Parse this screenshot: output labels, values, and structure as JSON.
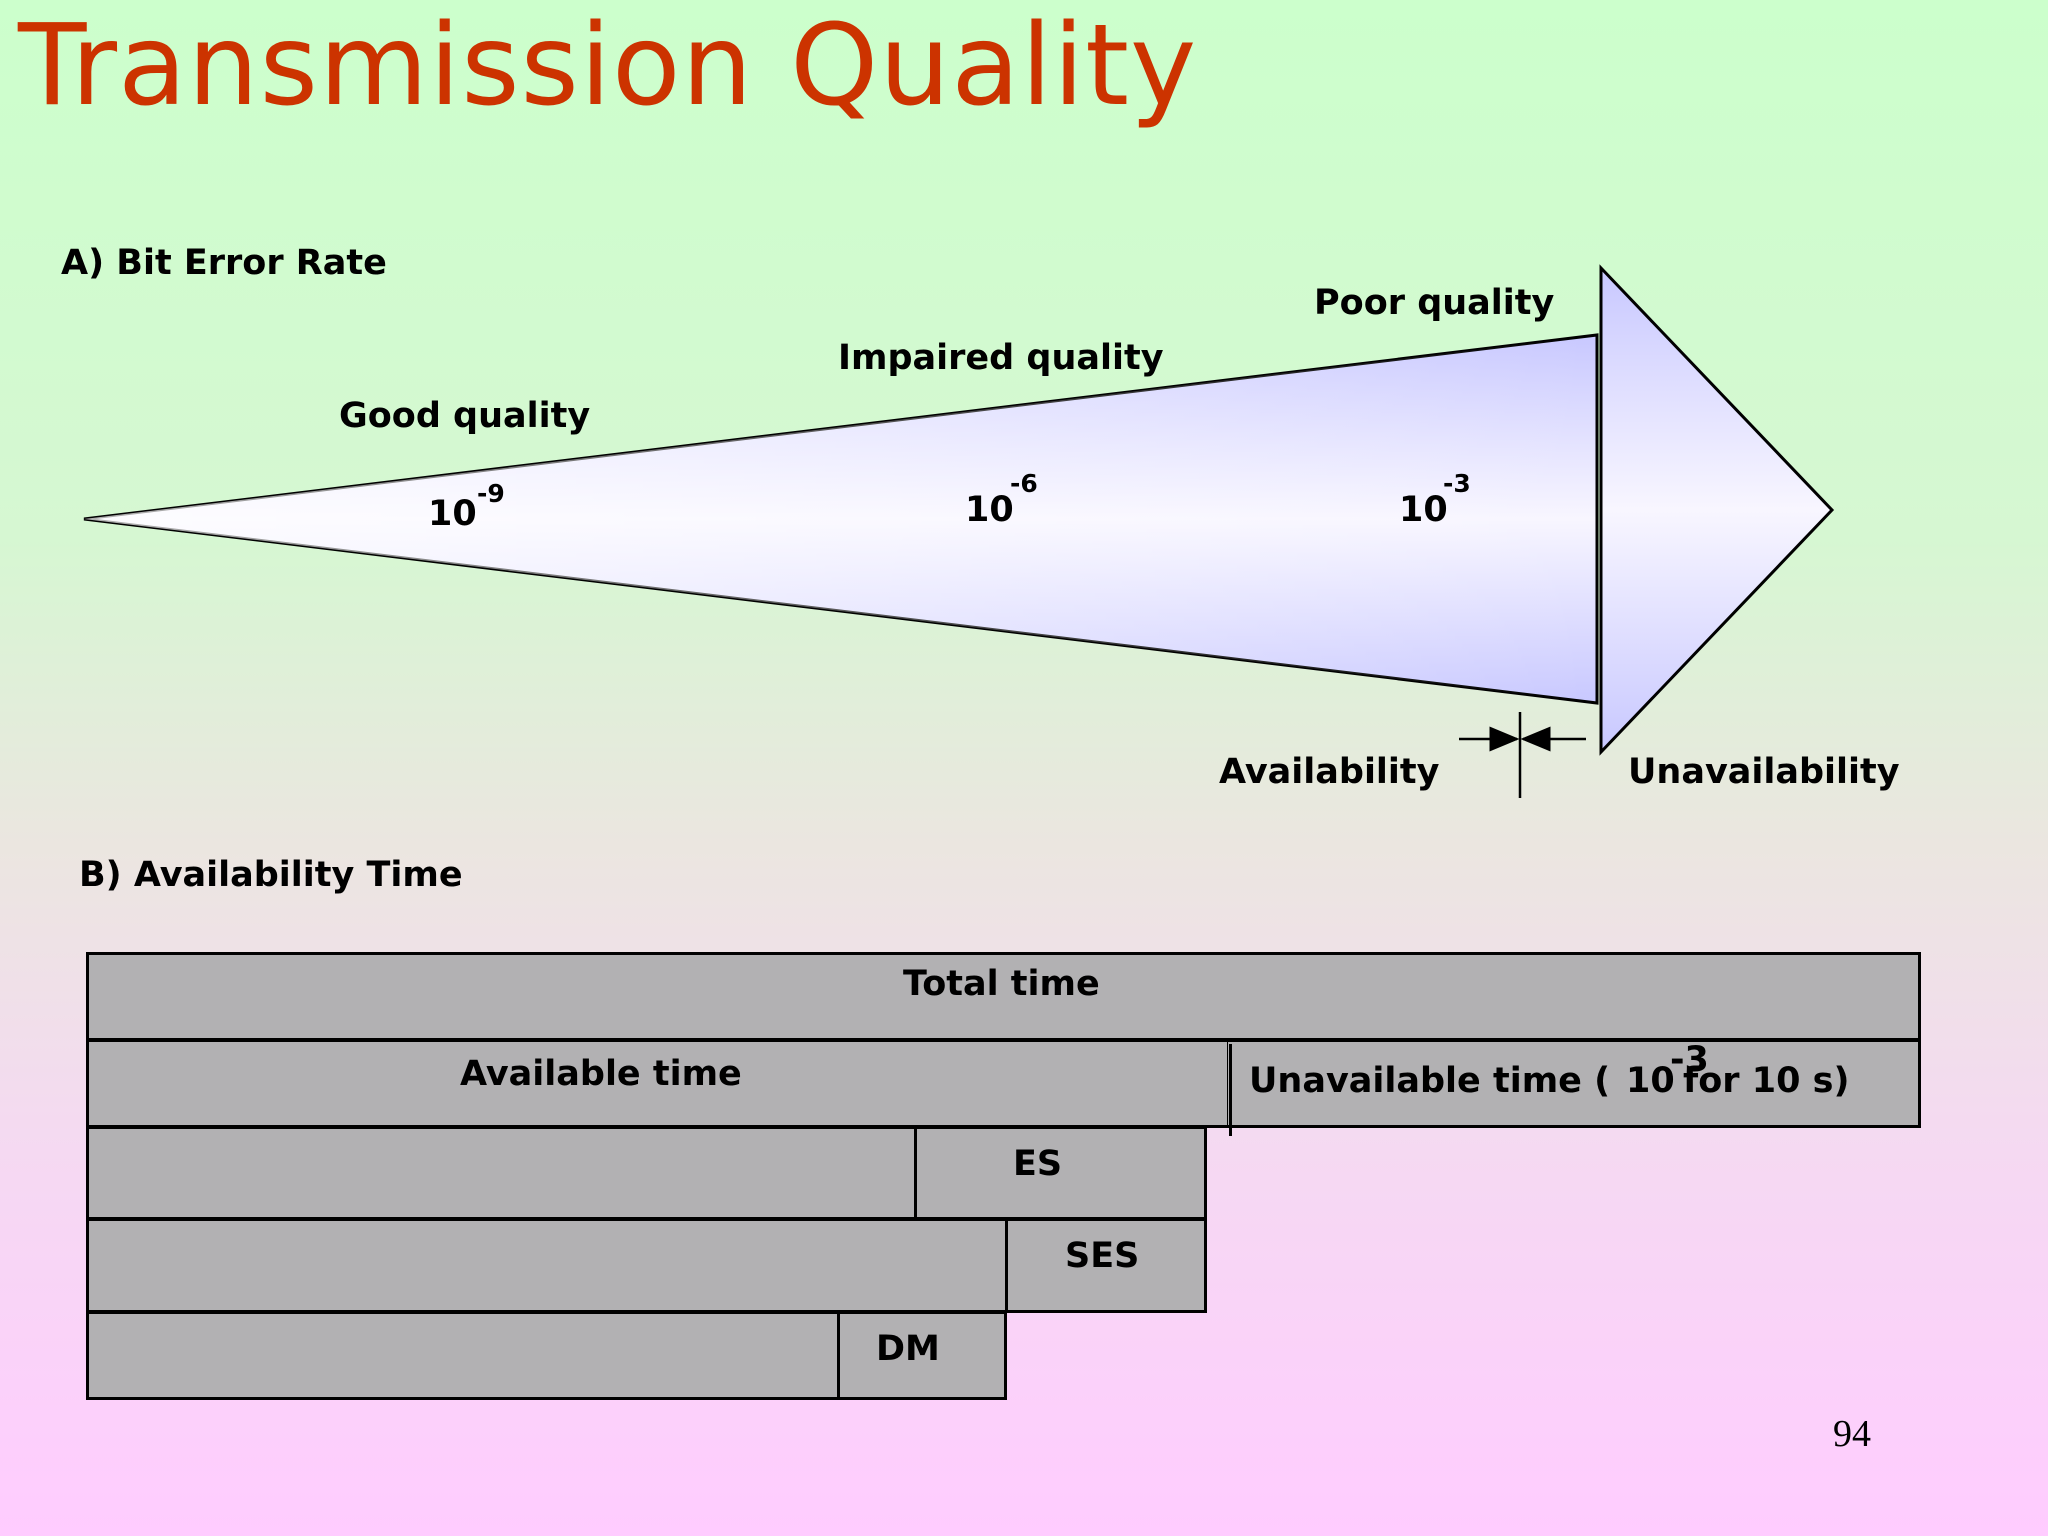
{
  "title": "Transmission Quality",
  "section_a": {
    "heading": "A) Bit Error Rate",
    "zones": {
      "good": "Good quality",
      "impaired": "Impaired quality",
      "poor": "Poor quality"
    },
    "ber_values": [
      {
        "base": "10",
        "exponent": "-9"
      },
      {
        "base": "10",
        "exponent": "-6"
      },
      {
        "base": "10",
        "exponent": "-3"
      }
    ],
    "availability_label": "Availability",
    "unavailability_label": "Unavailability"
  },
  "section_b": {
    "heading": "B) Availability Time",
    "total_time": "Total time",
    "available_time": "Available time",
    "unavailable_time_prefix": "Unavailable time (",
    "unavailable_time_base": "10",
    "unavailable_time_exponent": "-3",
    "unavailable_time_suffix": "for 10 s)",
    "es": "ES",
    "ses": "SES",
    "dm": "DM"
  },
  "page_number": "94",
  "colors": {
    "title": "#cc3300",
    "arrow_fill_edge": "#c8c8ff",
    "arrow_fill_center": "#f8f6ff",
    "bar_fill": "#b2b1b3"
  }
}
